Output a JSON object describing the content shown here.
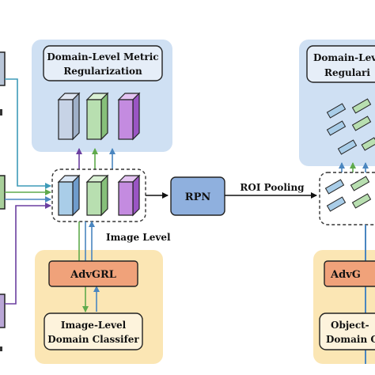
{
  "labels": {
    "metric_reg_line1": "Domain-Level Metric",
    "metric_reg_line2": "Regularization",
    "rpn": "RPN",
    "roi_pooling": "ROI Pooling",
    "image_level": "Image Level",
    "advgrl": "AdvGRL",
    "image_classifier_line1": "Image-Level",
    "image_classifier_line2": "Domain Classifer",
    "right_metric_line1": "Domain-Lev",
    "right_metric_line2": "Regulari",
    "right_advgrl": "AdvG",
    "right_classifier_line1": "Object-",
    "right_classifier_line2": "Domain C"
  },
  "colors": {
    "blue_panel": "#cfe0f3",
    "yellow_panel": "#fbe6b4",
    "rpn_box": "#8fb0de",
    "advgrl_box": "#f0a27a",
    "green_arrow": "#5faa4c",
    "blue_arrow": "#4a86c0",
    "purple_arrow": "#6b3fa0",
    "teal_arrow": "#3e9bb8",
    "cube_gray": "#c7d3e6",
    "cube_green": "#b8dfb0",
    "cube_purple": "#c48be0",
    "cube_blue": "#a9cde8"
  }
}
